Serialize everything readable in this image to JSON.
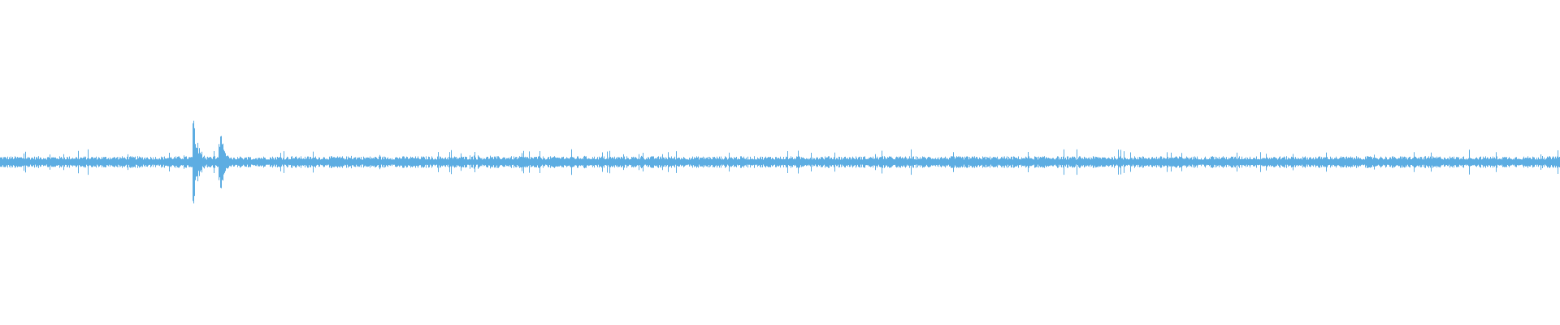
{
  "waveform": {
    "color": "#5dade2",
    "background": "#ffffff"
  },
  "chart_data": {
    "type": "area",
    "description_kind": "audio-waveform",
    "amplitude_range": [
      -1,
      1
    ],
    "baseline_amplitude": 0.03,
    "events": [
      {
        "position": 0.124,
        "amplitude": 0.36
      },
      {
        "position": 0.141,
        "amplitude": 0.2
      }
    ]
  }
}
